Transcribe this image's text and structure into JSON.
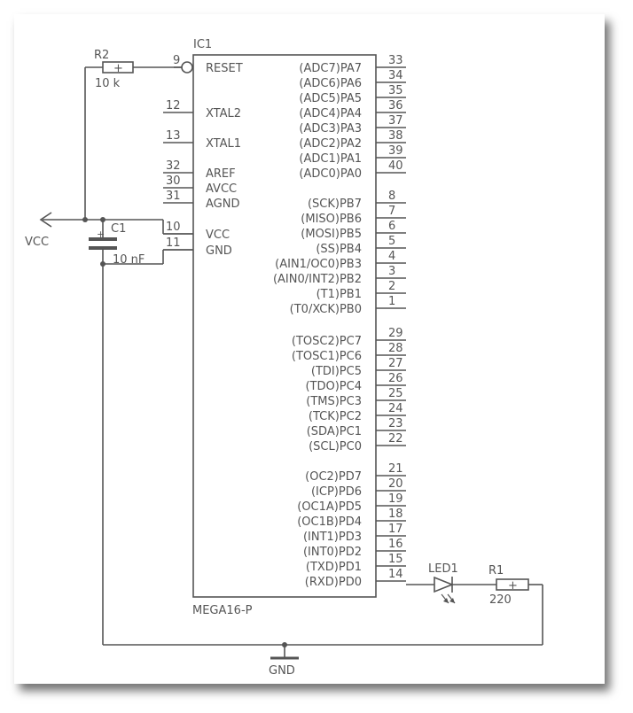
{
  "ic": {
    "refdes": "IC1",
    "part": "MEGA16-P",
    "left_pins": [
      {
        "num": "9",
        "name": "RESET"
      },
      {
        "num": "12",
        "name": "XTAL2"
      },
      {
        "num": "13",
        "name": "XTAL1"
      },
      {
        "num": "32",
        "name": "AREF"
      },
      {
        "num": "30",
        "name": "AVCC"
      },
      {
        "num": "31",
        "name": "AGND"
      },
      {
        "num": "10",
        "name": "VCC"
      },
      {
        "num": "11",
        "name": "GND"
      }
    ],
    "right_pins": [
      {
        "num": "33",
        "name": "(ADC7)PA7"
      },
      {
        "num": "34",
        "name": "(ADC6)PA6"
      },
      {
        "num": "35",
        "name": "(ADC5)PA5"
      },
      {
        "num": "36",
        "name": "(ADC4)PA4"
      },
      {
        "num": "37",
        "name": "(ADC3)PA3"
      },
      {
        "num": "38",
        "name": "(ADC2)PA2"
      },
      {
        "num": "39",
        "name": "(ADC1)PA1"
      },
      {
        "num": "40",
        "name": "(ADC0)PA0"
      },
      {
        "num": "8",
        "name": "(SCK)PB7"
      },
      {
        "num": "7",
        "name": "(MISO)PB6"
      },
      {
        "num": "6",
        "name": "(MOSI)PB5"
      },
      {
        "num": "5",
        "name": "(SS)PB4"
      },
      {
        "num": "4",
        "name": "(AIN1/OC0)PB3"
      },
      {
        "num": "3",
        "name": "(AIN0/INT2)PB2"
      },
      {
        "num": "2",
        "name": "(T1)PB1"
      },
      {
        "num": "1",
        "name": "(T0/XCK)PB0"
      },
      {
        "num": "29",
        "name": "(TOSC2)PC7"
      },
      {
        "num": "28",
        "name": "(TOSC1)PC6"
      },
      {
        "num": "27",
        "name": "(TDI)PC5"
      },
      {
        "num": "26",
        "name": "(TDO)PC4"
      },
      {
        "num": "25",
        "name": "(TMS)PC3"
      },
      {
        "num": "24",
        "name": "(TCK)PC2"
      },
      {
        "num": "23",
        "name": "(SDA)PC1"
      },
      {
        "num": "22",
        "name": "(SCL)PC0"
      },
      {
        "num": "21",
        "name": "(OC2)PD7"
      },
      {
        "num": "20",
        "name": "(ICP)PD6"
      },
      {
        "num": "19",
        "name": "(OC1A)PD5"
      },
      {
        "num": "18",
        "name": "(OC1B)PD4"
      },
      {
        "num": "17",
        "name": "(INT1)PD3"
      },
      {
        "num": "16",
        "name": "(INT0)PD2"
      },
      {
        "num": "15",
        "name": "(TXD)PD1"
      },
      {
        "num": "14",
        "name": "(RXD)PD0"
      }
    ]
  },
  "r2": {
    "refdes": "R2",
    "value": "10 k",
    "polarity": "+"
  },
  "r1": {
    "refdes": "R1",
    "value": "220",
    "polarity": "+"
  },
  "c1": {
    "refdes": "C1",
    "value": "10 nF",
    "polarity": "+"
  },
  "led1": {
    "refdes": "LED1"
  },
  "supply": {
    "vcc": "VCC",
    "gnd": "GND"
  },
  "colors": {
    "ink": "#555555",
    "paper": "#ffffff"
  }
}
